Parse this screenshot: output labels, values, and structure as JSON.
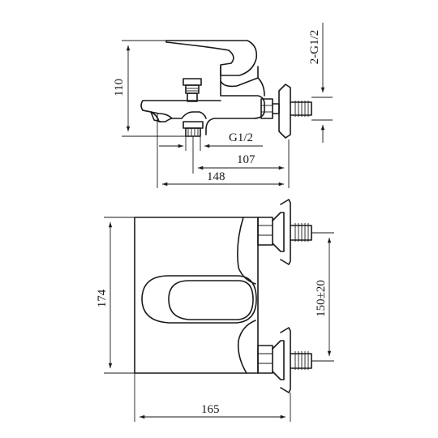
{
  "drawing": {
    "top_view": {
      "dim_height": "110",
      "dim_thread_pair": "2-G1/2",
      "dim_outlet_thread": "G1/2",
      "dim_outlet_to_back": "107",
      "dim_total_depth": "148"
    },
    "front_view": {
      "dim_height": "174",
      "dim_centers": "150±20",
      "dim_width": "165"
    }
  }
}
